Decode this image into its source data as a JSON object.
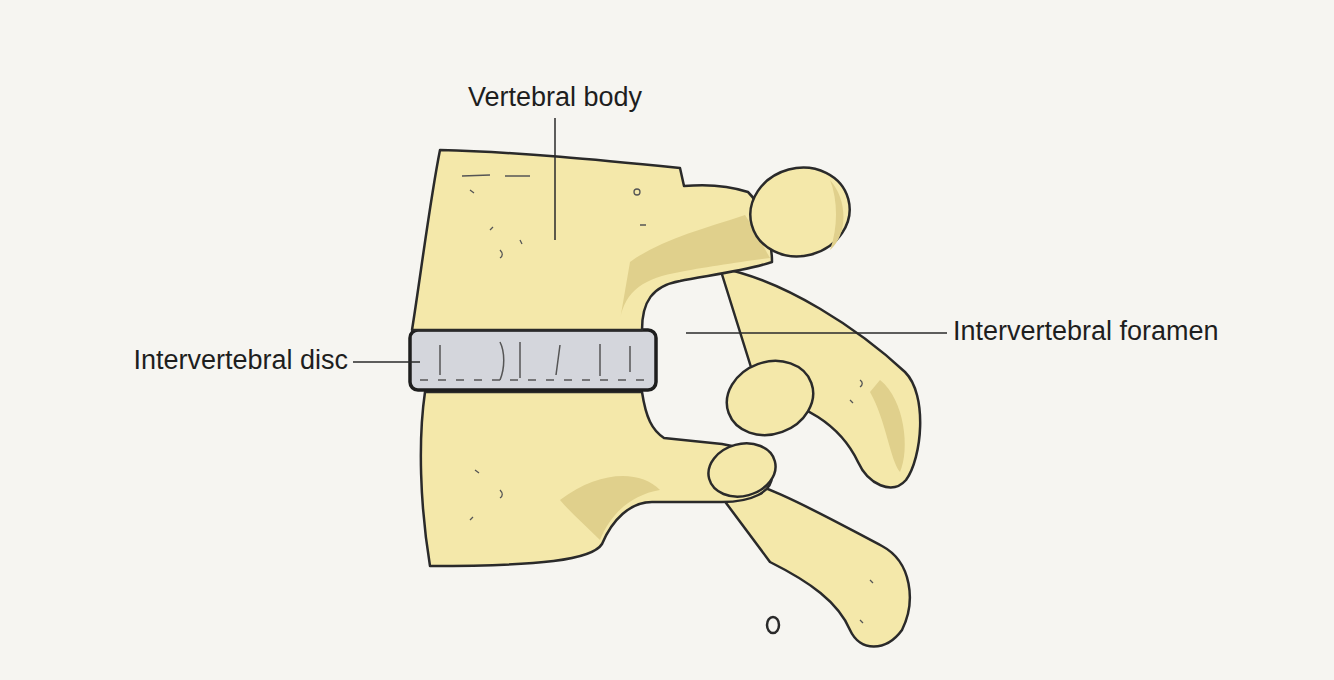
{
  "diagram": {
    "labels": [
      "Vertebral body",
      "Intervertebral disc",
      "Intervertebral foramen"
    ]
  }
}
